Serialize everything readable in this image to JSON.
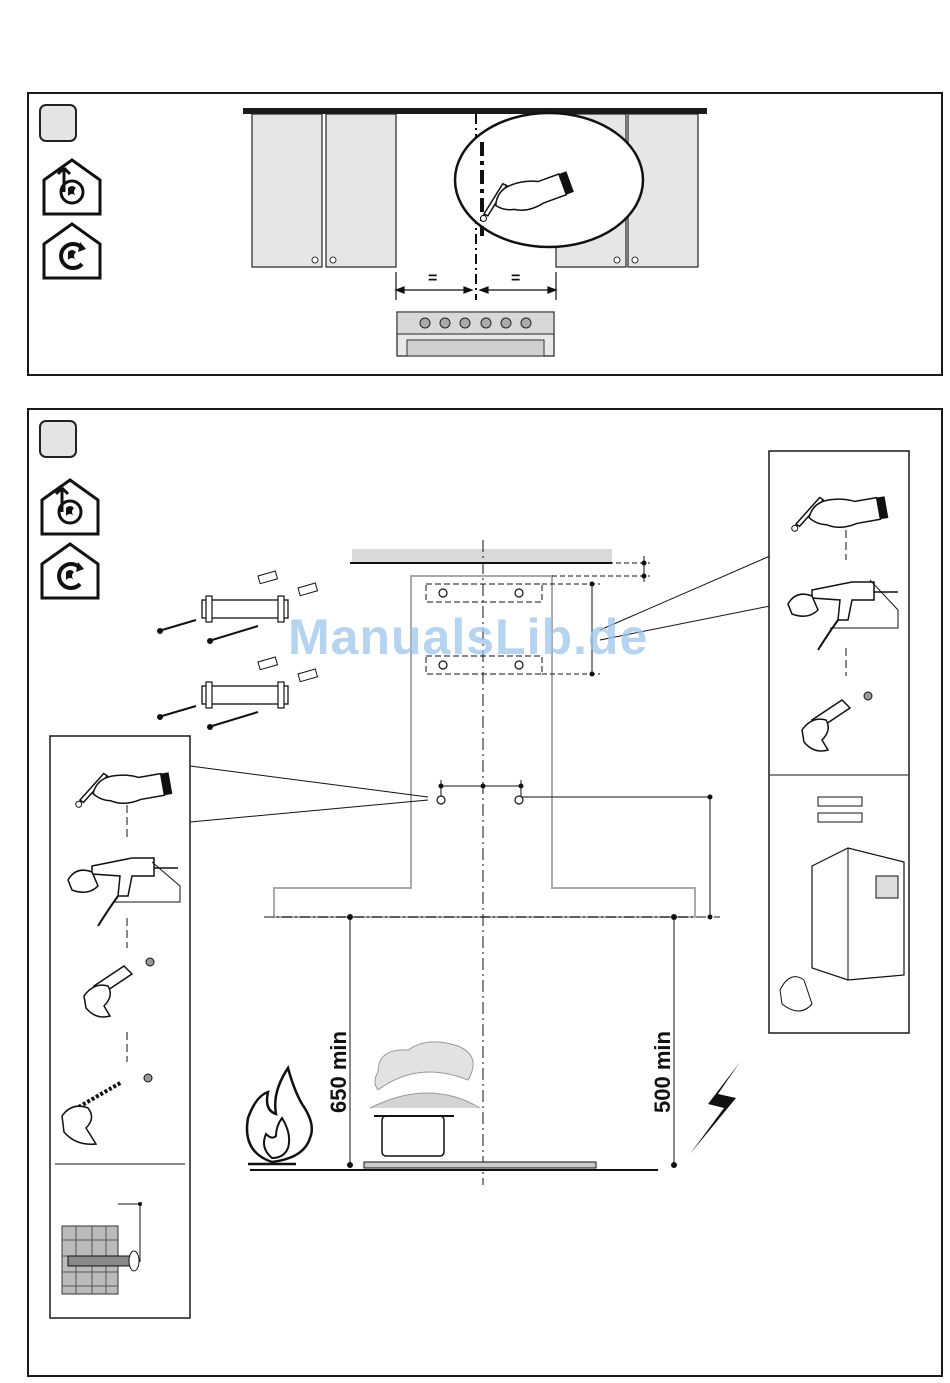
{
  "panel1": {
    "equal_mark_left": "=",
    "equal_mark_right": "="
  },
  "panel2": {
    "dim_left": "650 min",
    "dim_right": "500 min"
  },
  "watermark": "ManualsLib.de",
  "colors": {
    "line": "#1a1a1a",
    "gray": "#bdbdbd",
    "light": "#e6e6e6",
    "water": "#9ec5ec"
  },
  "icons": [
    "ducted-exhaust-house-icon",
    "recirculation-house-icon",
    "hand-pencil-icon",
    "drill-icon",
    "wall-plug-icon",
    "screw-icon",
    "bracket-icon",
    "flame-icon",
    "lightning-icon",
    "pot-icon",
    "chimney-cover-icon"
  ]
}
